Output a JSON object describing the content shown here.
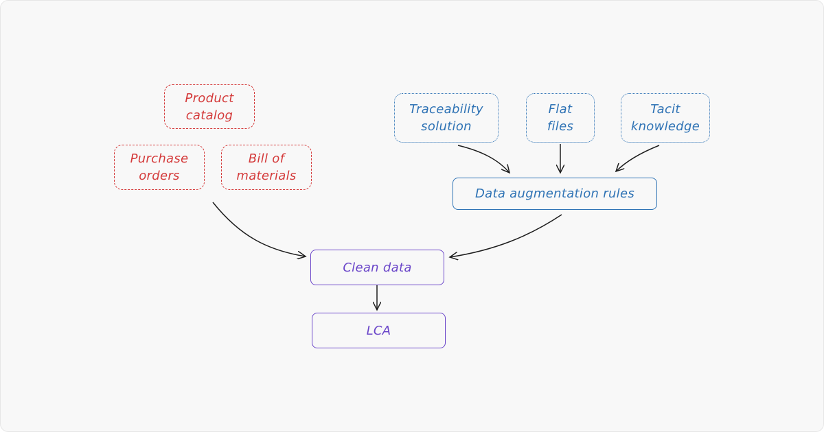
{
  "colors": {
    "source_red": "#d43a3a",
    "source_blue": "#2f73b5",
    "output_purple": "#6a45c9",
    "arrow": "#1e1e1e",
    "background": "#f8f8f8"
  },
  "nodes": {
    "product_catalog": "Product\ncatalog",
    "purchase_orders": "Purchase\norders",
    "bill_of_materials": "Bill of\nmaterials",
    "traceability_solution": "Traceability\nsolution",
    "flat_files": "Flat\nfiles",
    "tacit_knowledge": "Tacit\nknowledge",
    "data_augmentation_rules": "Data augmentation rules",
    "clean_data": "Clean data",
    "lca": "LCA"
  },
  "edges": [
    {
      "from": "purchase_orders",
      "to": "clean_data"
    },
    {
      "from": "traceability_solution",
      "to": "data_augmentation_rules"
    },
    {
      "from": "flat_files",
      "to": "data_augmentation_rules"
    },
    {
      "from": "tacit_knowledge",
      "to": "data_augmentation_rules"
    },
    {
      "from": "data_augmentation_rules",
      "to": "clean_data"
    },
    {
      "from": "clean_data",
      "to": "lca"
    }
  ]
}
